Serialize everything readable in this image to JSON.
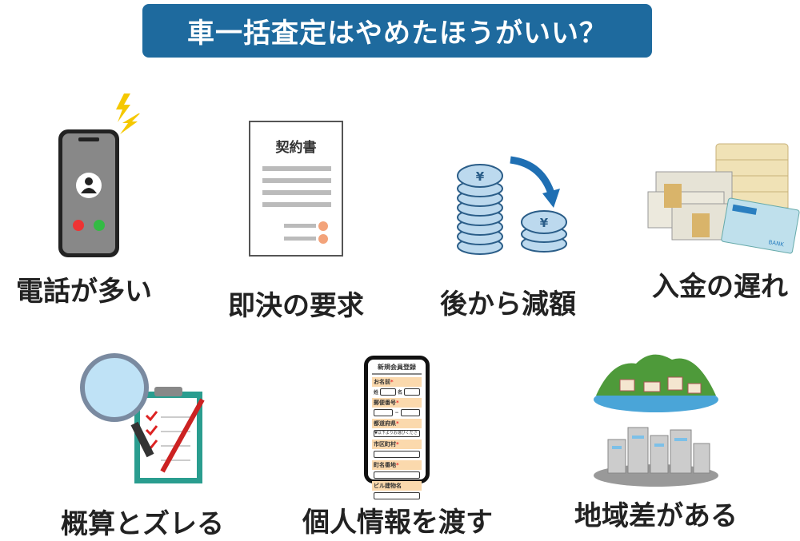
{
  "title": "車一括査定はやめたほうがいい？",
  "colors": {
    "title_bg": "#1e6a9e",
    "label_text": "#222222",
    "coin_blue": "#bcd9ee",
    "arrow_blue": "#1f6fb3"
  },
  "items": [
    {
      "label": "電話が多い",
      "icon": "ringing-smartphone-icon"
    },
    {
      "label": "即決の要求",
      "icon": "contract-document-icon",
      "doc_title": "契約書"
    },
    {
      "label": "後から減額",
      "icon": "yen-coins-decrease-icon",
      "coin_symbol": "¥"
    },
    {
      "label": "入金の遅れ",
      "icon": "cash-and-bank-book-icon",
      "bank_text": "BANK"
    },
    {
      "label": "概算とズレる",
      "icon": "magnifier-clipboard-icon"
    },
    {
      "label": "個人情報を渡す",
      "icon": "registration-form-phone-icon"
    },
    {
      "label": "地域差がある",
      "icon": "town-vs-city-icon"
    }
  ],
  "form": {
    "title": "新規会員登録",
    "fields": [
      "お名前",
      "郵便番号",
      "都道府県",
      "市区町村",
      "町名番地",
      "ビル建物名"
    ],
    "required_mark": "*",
    "sei": "姓",
    "mei": "名",
    "dash": "−",
    "select_placeholder": "▼以下よりお選びください"
  }
}
